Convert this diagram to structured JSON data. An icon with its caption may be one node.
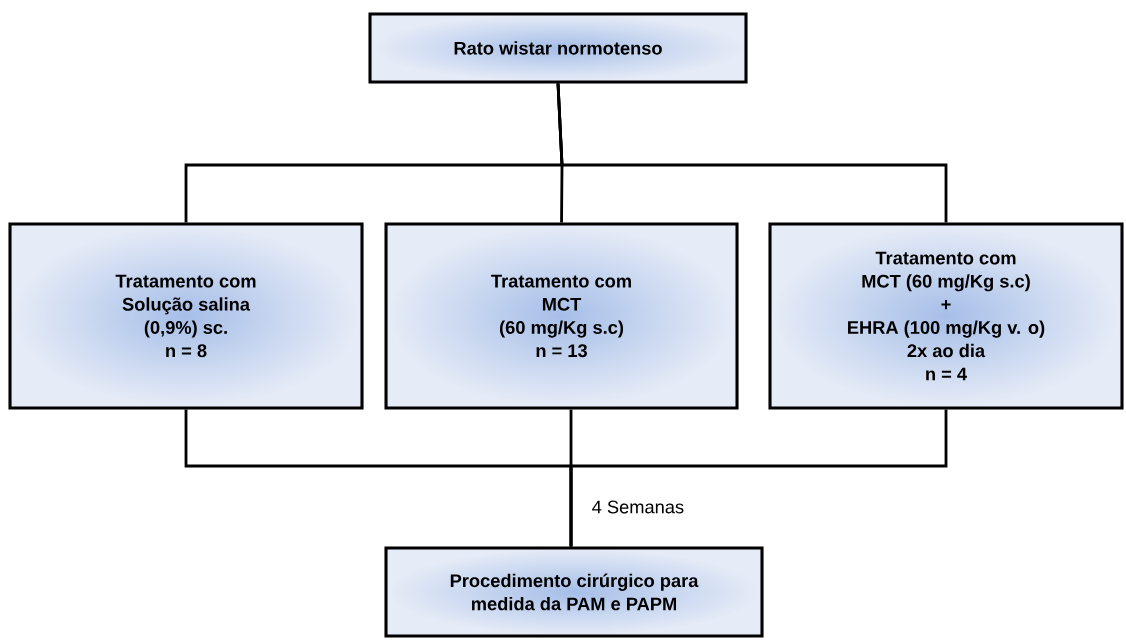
{
  "diagram": {
    "nodes": [
      {
        "text": [
          "Rato wistar normotenso"
        ]
      },
      {
        "text": [
          "Tratamento com",
          "Solução salina",
          "(0,9%) sc.",
          "n = 8"
        ]
      },
      {
        "text": [
          "Tratamento com",
          "MCT",
          "(60 mg/Kg s.c)",
          "n = 13"
        ]
      },
      {
        "text": [
          "Tratamento com",
          "MCT (60 mg/Kg s.c)",
          "+",
          "EHRA (100 mg/Kg v. o)",
          "2x ao dia",
          "n = 4"
        ]
      },
      {
        "text": [
          "Procedimento cirúrgico para",
          "medida da PAM e PAPM"
        ]
      }
    ],
    "edges": [
      {
        "from": 0,
        "to": 1,
        "arrow": "none"
      },
      {
        "from": 0,
        "to": 2,
        "arrow": "none"
      },
      {
        "from": 0,
        "to": 3,
        "arrow": "none"
      },
      {
        "from": 1,
        "to": 4,
        "arrow": "none"
      },
      {
        "from": 2,
        "to": 4,
        "arrow": "none",
        "label": "4 Semanas"
      },
      {
        "from": 3,
        "to": 4,
        "arrow": "none"
      }
    ]
  }
}
